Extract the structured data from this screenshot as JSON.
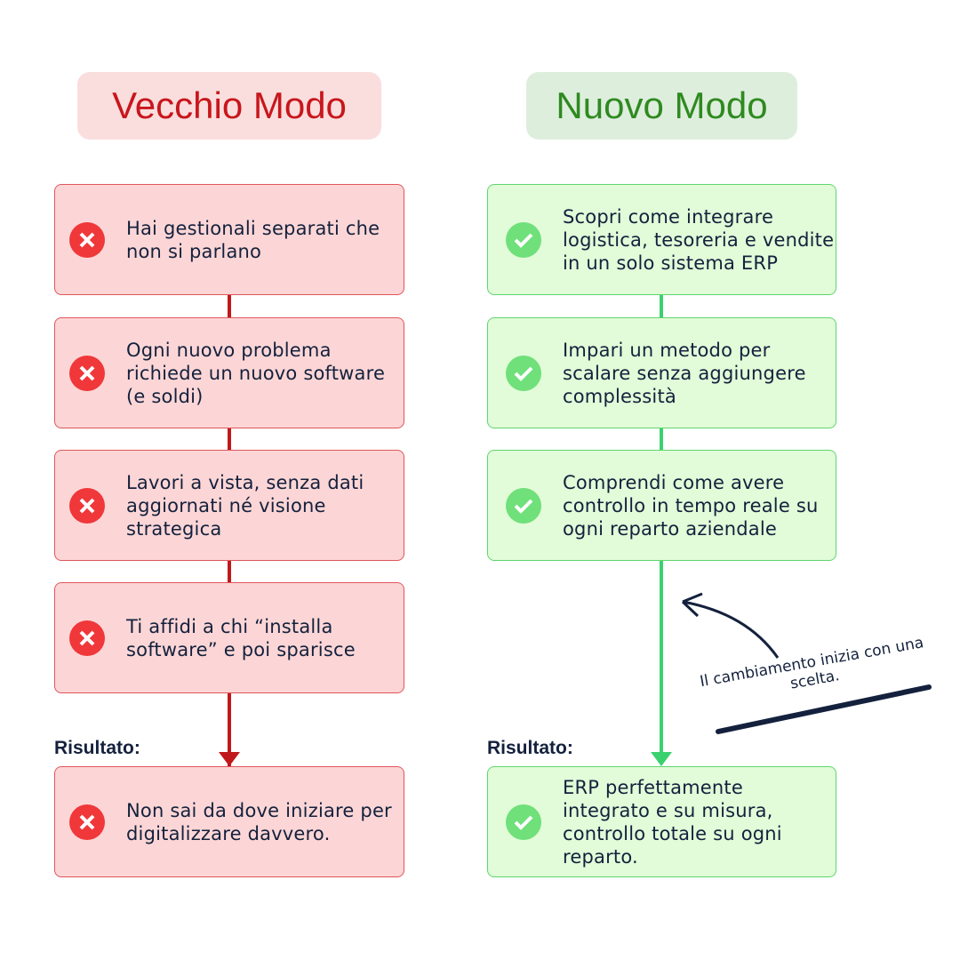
{
  "old": {
    "title": "Vecchio Modo",
    "items": [
      "Hai gestionali separati che non si parlano",
      "Ogni nuovo problema richiede un nuovo software (e soldi)",
      "Lavori a vista, senza dati aggiornati né visione strategica",
      "Ti affidi a chi “installa software” e poi sparisce"
    ],
    "result_label": "Risultato:",
    "result": "Non sai da dove iniziare per digitalizzare davvero."
  },
  "new": {
    "title": "Nuovo Modo",
    "items": [
      "Scopri come integrare logistica, tesoreria e vendite in un solo sistema ERP",
      "Impari un metodo per scalare senza aggiungere complessità",
      "Comprendi come avere controllo in tempo reale su ogni reparto aziendale"
    ],
    "result_label": "Risultato:",
    "result": "ERP perfettamente integrato e su misura, controllo totale su ogni reparto."
  },
  "note": "Il cambiamento inizia con una scelta.",
  "colors": {
    "red": "#c8161c",
    "green": "#2f8a20",
    "red_box": "#fcd6d6",
    "green_box": "#e2fbd8"
  }
}
